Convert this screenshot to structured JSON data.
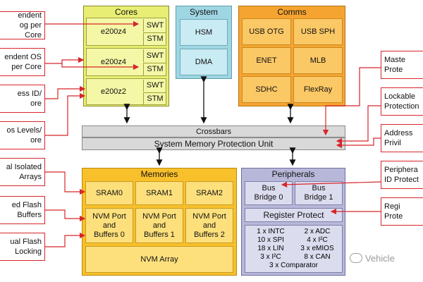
{
  "left_callouts": [
    "endent\nog per Core",
    "endent OS\nper Core",
    "ess ID/\nore",
    "os Levels/\nore",
    "al Isolated\nArrays",
    "ed Flash\nBuffers",
    "ual Flash\nLocking"
  ],
  "right_callouts": [
    "Maste\nProte",
    "Lockable\nProtection",
    "Address\nPrivil",
    "Periphera\nID Protect",
    "Regi\nProte"
  ],
  "cores": {
    "title": "Cores",
    "rows": [
      {
        "core": "e200z4",
        "units": [
          "SWT",
          "STM"
        ]
      },
      {
        "core": "e200z4",
        "units": [
          "SWT",
          "STM"
        ]
      },
      {
        "core": "e200z2",
        "units": [
          "SWT",
          "STM"
        ]
      }
    ]
  },
  "system": {
    "title": "System",
    "items": [
      "HSM",
      "DMA"
    ]
  },
  "comms": {
    "title": "Comms",
    "items": [
      "USB OTG",
      "USB SPH",
      "ENET",
      "MLB",
      "SDHC",
      "FlexRay"
    ]
  },
  "crossbars": "Crossbars",
  "smpu": "System Memory Protection Unit",
  "memories": {
    "title": "Memories",
    "sram": [
      "SRAM0",
      "SRAM1",
      "SRAM2"
    ],
    "nvm_ports": [
      "NVM Port\nand\nBuffers 0",
      "NVM Port\nand\nBuffers 1",
      "NVM Port\nand\nBuffers 2"
    ],
    "nvm_array": "NVM Array"
  },
  "peripherals": {
    "title": "Peripherals",
    "bridges": [
      "Bus\nBridge 0",
      "Bus\nBridge 1"
    ],
    "register_protect": "Register Protect",
    "io_left": [
      "1 x INTC",
      "10 x SPI",
      "18 x LIN",
      "3 x I²C"
    ],
    "io_right": [
      "2 x ADC",
      "4 x I²C",
      "3 x eMIOS",
      "8 x CAN"
    ],
    "io_bottom": "3 x Comparator"
  },
  "watermark": "Vehicle",
  "colors": {
    "callout_border": "#d7262b",
    "arrow_red": "#d7262b",
    "arrow_black": "#111111"
  }
}
